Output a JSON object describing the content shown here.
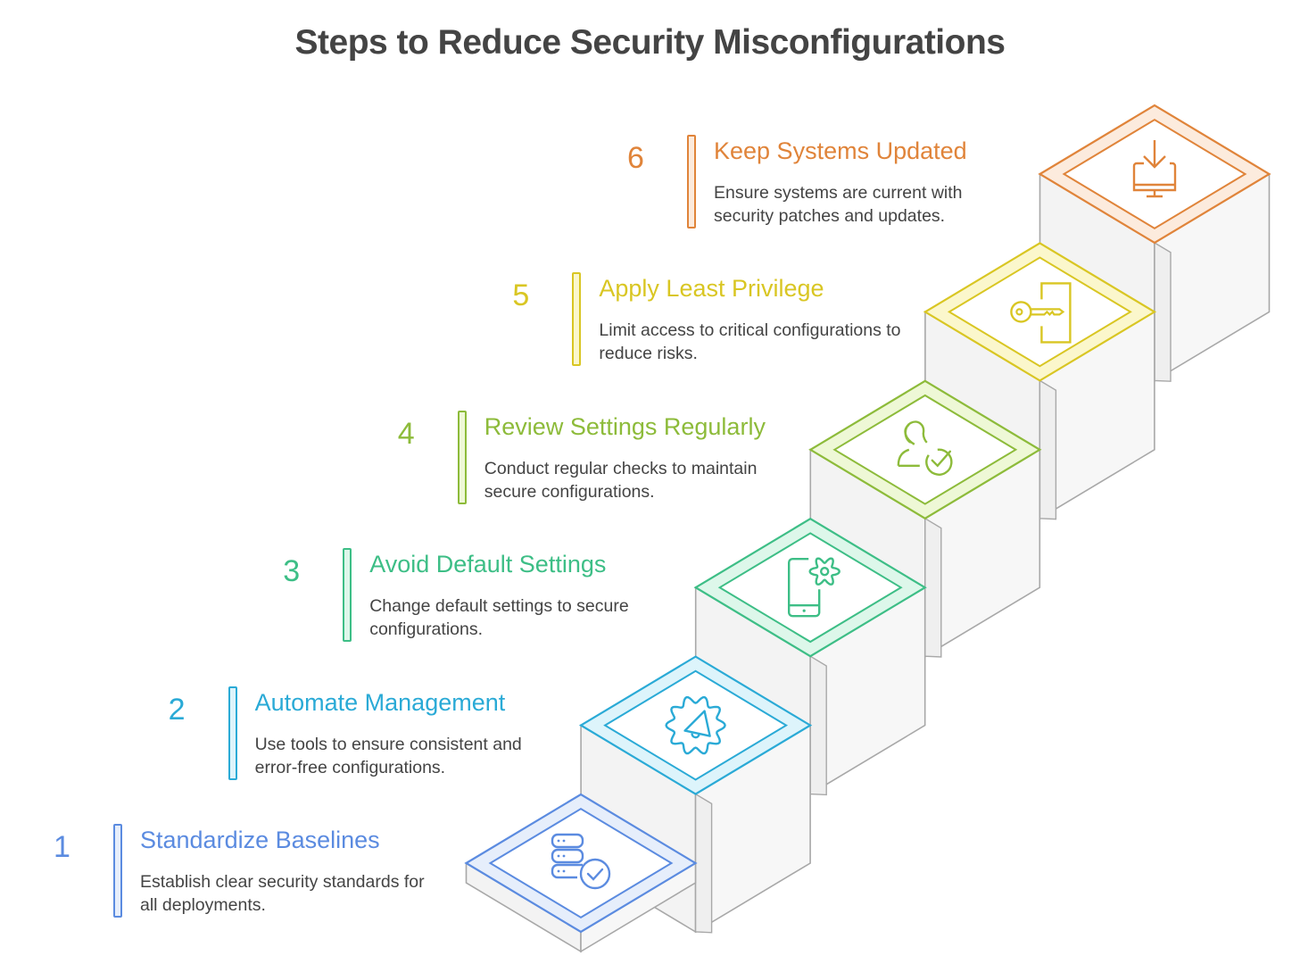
{
  "title": "Steps to Reduce Security Misconfigurations",
  "steps": [
    {
      "number": "1",
      "heading": "Standardize Baselines",
      "description": "Establish clear security standards for all deployments.",
      "icon": "server-check-icon",
      "color": "#5B8BE0",
      "light": "#E6EEFB"
    },
    {
      "number": "2",
      "heading": "Automate Management",
      "description": "Use tools to ensure consistent and error-free configurations.",
      "icon": "gear-megaphone-icon",
      "color": "#2AAAD6",
      "light": "#DDF4FB"
    },
    {
      "number": "3",
      "heading": "Avoid Default Settings",
      "description": "Change default settings to secure configurations.",
      "icon": "phone-gear-icon",
      "color": "#3DBE86",
      "light": "#DDF7EA"
    },
    {
      "number": "4",
      "heading": "Review Settings Regularly",
      "description": "Conduct regular checks to maintain secure configurations.",
      "icon": "user-check-icon",
      "color": "#8DBB3A",
      "light": "#EEF8D6"
    },
    {
      "number": "5",
      "heading": "Apply Least Privilege",
      "description": "Limit access to critical configurations to reduce risks.",
      "icon": "key-door-icon",
      "color": "#D9C623",
      "light": "#FBF7CC"
    },
    {
      "number": "6",
      "heading": "Keep Systems Updated",
      "description": "Ensure systems are current with security patches and updates.",
      "icon": "monitor-download-icon",
      "color": "#E0843A",
      "light": "#FCEBDD"
    }
  ]
}
